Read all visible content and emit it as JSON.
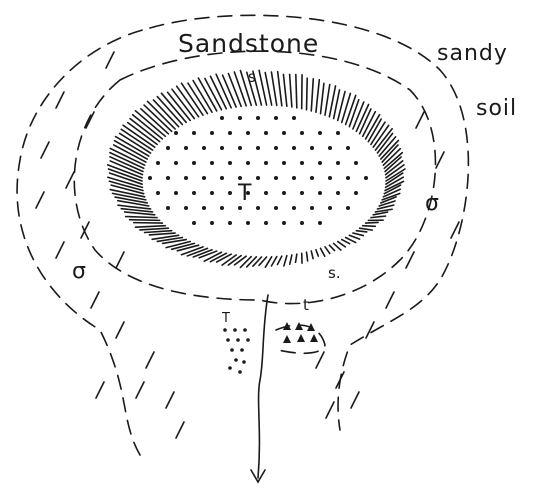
{
  "labels": {
    "sandstone": "Sandstone",
    "sandy": "sandy",
    "soil": "soil",
    "s_top": "s",
    "s_right": "s.",
    "T_center": "T",
    "T_lower": "T",
    "t_lower": "t",
    "sigma_left": "σ",
    "sigma_right": "σ"
  },
  "colors": {
    "ink": "#1a1a1a",
    "paper": "#ffffff"
  }
}
